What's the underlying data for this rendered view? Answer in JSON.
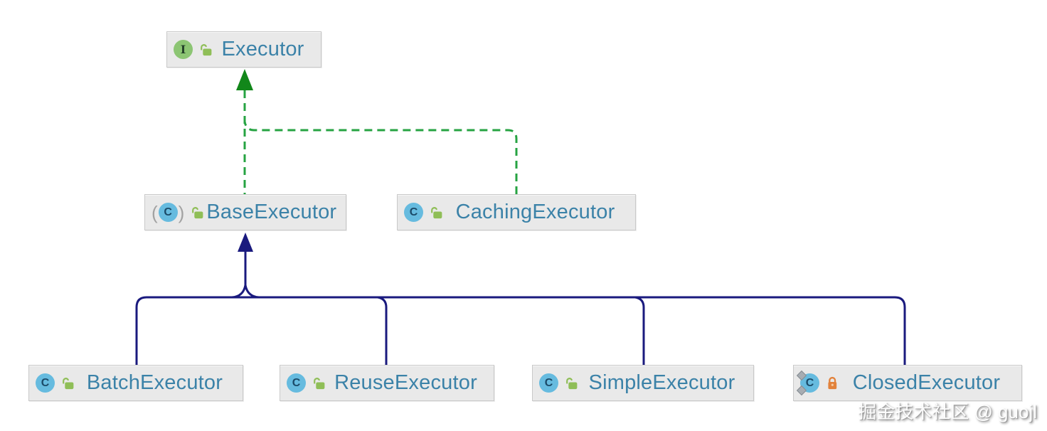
{
  "diagram": {
    "watermark": "掘金技术社区 @ guojl",
    "nodes": [
      {
        "id": "executor",
        "label": "Executor",
        "kind": "interface",
        "icon_letter": "I",
        "visibility": "public",
        "icons": [
          "interface-icon",
          "public-unlocked-icon"
        ]
      },
      {
        "id": "base-executor",
        "label": "BaseExecutor",
        "kind": "abstract-class",
        "icon_letter": "C",
        "visibility": "public",
        "icons": [
          "abstract-class-icon",
          "public-unlocked-icon"
        ]
      },
      {
        "id": "caching-executor",
        "label": "CachingExecutor",
        "kind": "class",
        "icon_letter": "C",
        "visibility": "public",
        "icons": [
          "class-icon",
          "public-unlocked-icon"
        ]
      },
      {
        "id": "batch-executor",
        "label": "BatchExecutor",
        "kind": "class",
        "icon_letter": "C",
        "visibility": "public",
        "icons": [
          "class-icon",
          "public-unlocked-icon"
        ]
      },
      {
        "id": "reuse-executor",
        "label": "ReuseExecutor",
        "kind": "class",
        "icon_letter": "C",
        "visibility": "public",
        "icons": [
          "class-icon",
          "public-unlocked-icon"
        ]
      },
      {
        "id": "simple-executor",
        "label": "SimpleExecutor",
        "kind": "class",
        "icon_letter": "C",
        "visibility": "public",
        "icons": [
          "class-icon",
          "public-unlocked-icon"
        ]
      },
      {
        "id": "closed-executor",
        "label": "ClosedExecutor",
        "kind": "static-nested-class",
        "icon_letter": "C",
        "visibility": "private",
        "icons": [
          "static-class-icon",
          "private-locked-icon"
        ]
      }
    ],
    "edges": [
      {
        "from": "BaseExecutor",
        "to": "Executor",
        "type": "implements",
        "style": "dashed-green-hollowless-arrow"
      },
      {
        "from": "CachingExecutor",
        "to": "Executor",
        "type": "implements",
        "style": "dashed-green"
      },
      {
        "from": "BatchExecutor",
        "to": "BaseExecutor",
        "type": "extends",
        "style": "solid-navy"
      },
      {
        "from": "ReuseExecutor",
        "to": "BaseExecutor",
        "type": "extends",
        "style": "solid-navy"
      },
      {
        "from": "SimpleExecutor",
        "to": "BaseExecutor",
        "type": "extends",
        "style": "solid-navy"
      },
      {
        "from": "ClosedExecutor",
        "to": "BaseExecutor",
        "type": "extends",
        "style": "solid-navy"
      }
    ],
    "colors": {
      "implements_green": "#26a342",
      "implements_arrow_green": "#12871a",
      "extends_navy": "#1a1a7e",
      "node_bg": "#e9e9e9",
      "node_border": "#c9c9c9",
      "label_blue": "#3b82a8",
      "interface_circle": "#8cc573",
      "class_circle": "#66bbdf",
      "public_lock": "#8fbe57",
      "private_lock": "#e2823b"
    }
  }
}
